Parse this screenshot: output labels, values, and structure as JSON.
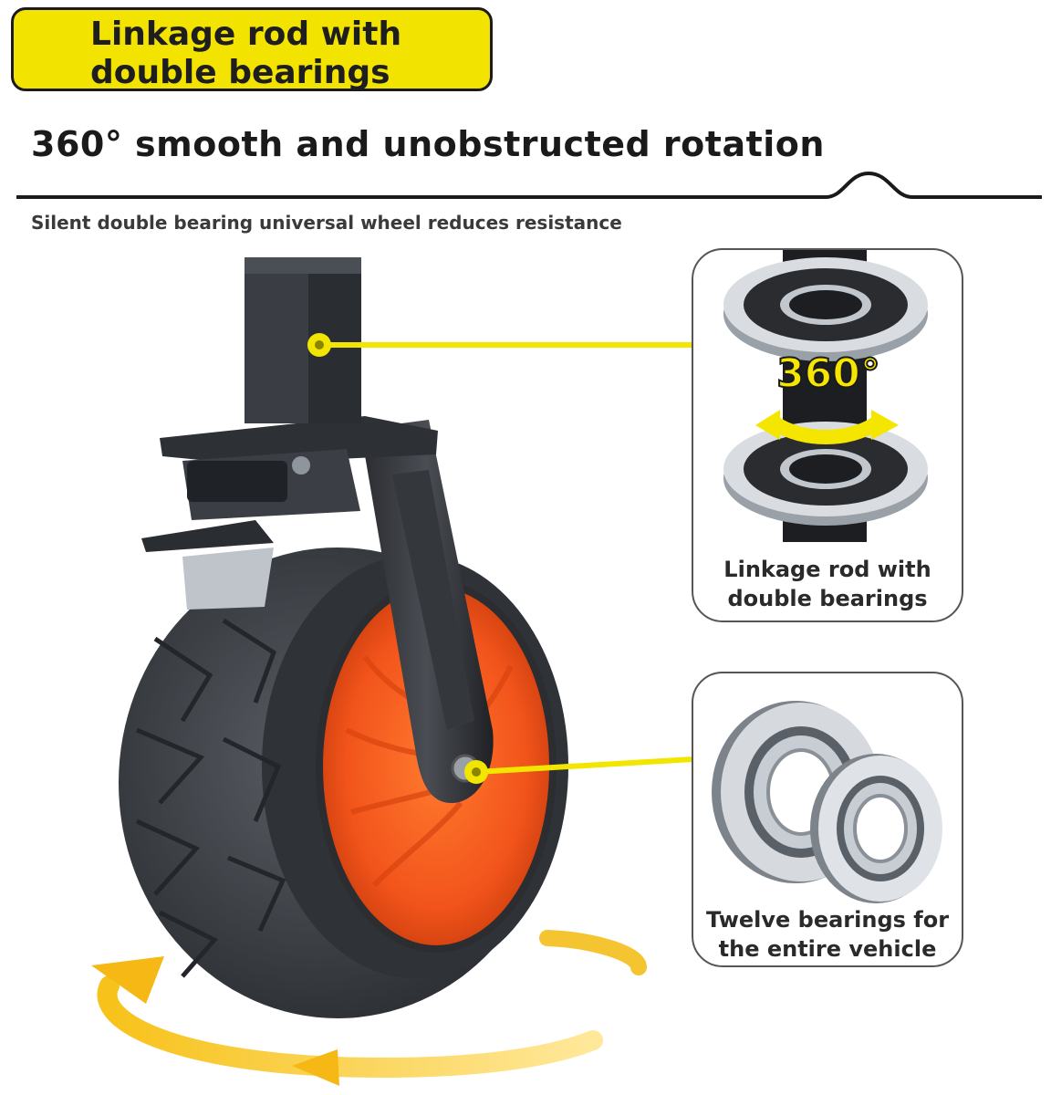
{
  "badge": {
    "text": "Linkage rod with\ndouble bearings"
  },
  "headline": "360° smooth and unobstructed rotation",
  "subheadline": "Silent double bearing universal wheel reduces resistance",
  "panels": [
    {
      "caption": "Linkage rod with\ndouble bearings",
      "overlay_label": "360°"
    },
    {
      "caption": "Twelve bearings for\nthe entire vehicle"
    }
  ],
  "colors": {
    "accent_yellow": "#f3e300",
    "hub_orange": "#f2541b",
    "tire": "#3a3d42"
  }
}
